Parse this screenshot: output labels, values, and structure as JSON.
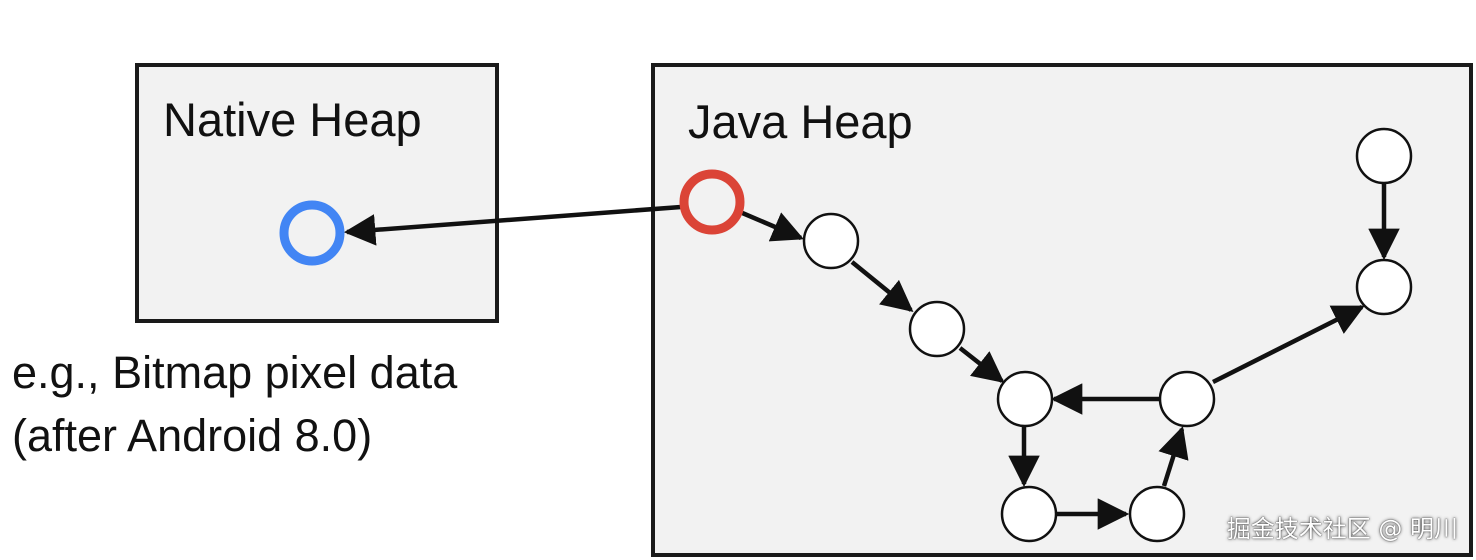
{
  "native_heap": {
    "title": "Native Heap",
    "caption_line1": "e.g., Bitmap pixel data",
    "caption_line2": "(after Android 8.0)"
  },
  "java_heap": {
    "title": "Java Heap"
  },
  "watermark": "掘金技术社区 @ 明川",
  "colors": {
    "native_object": "#4285f4",
    "gc_root_object": "#db4437",
    "box_fill": "#f2f2f2",
    "outline": "#1a1a1a"
  }
}
